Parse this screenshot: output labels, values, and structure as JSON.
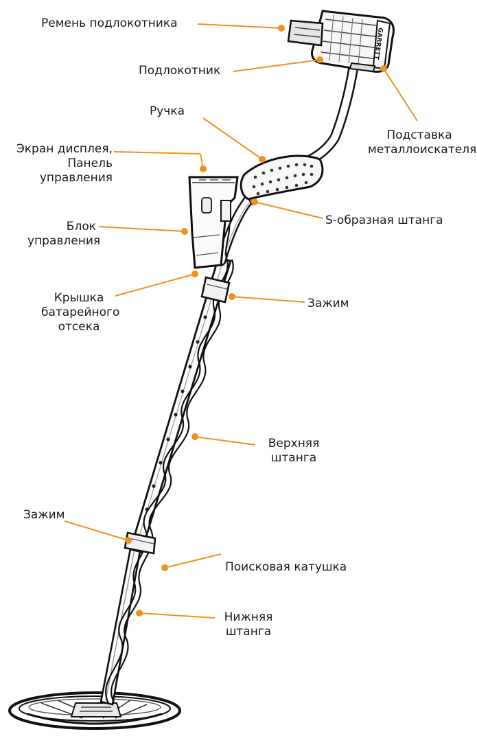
{
  "accent_color": "#f0901e",
  "ink_color": "#1a1a1a",
  "labels": {
    "armrest_strap": "Ремень подлокотника",
    "armrest": "Подлокотник",
    "detector_stand_line1": "Подставка",
    "detector_stand_line2": "металлоискателя",
    "handle": "Ручка",
    "display_line1": "Экран дисплея,",
    "display_line2": "Панель",
    "display_line3": "управления",
    "control_unit_line1": "Блок",
    "control_unit_line2": "управления",
    "s_shaft": "S-образная штанга",
    "battery_line1": "Крышка",
    "battery_line2": "батарейного",
    "battery_line3": "отсека",
    "clamp_upper": "Зажим",
    "upper_shaft_line1": "Верхняя",
    "upper_shaft_line2": "штанга",
    "clamp_lower": "Зажим",
    "lower_shaft_line1": "Нижняя",
    "lower_shaft_line2": "штанга",
    "search_coil": "Поисковая катушка"
  },
  "brand_text": "GARRETT"
}
